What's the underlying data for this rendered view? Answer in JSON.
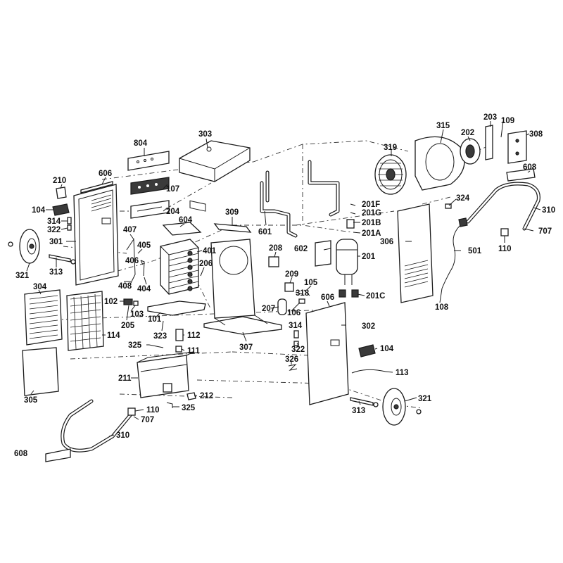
{
  "labels": {
    "l804": "804",
    "l303": "303",
    "l319": "319",
    "l315": "315",
    "l202": "202",
    "l203": "203",
    "l109": "109",
    "l308": "308",
    "l608a": "608",
    "l210": "210",
    "l606a": "606",
    "l107": "107",
    "l104a": "104",
    "l314a": "314",
    "l322a": "322",
    "l204": "204",
    "l309": "309",
    "l201F": "201F",
    "l201G": "201G",
    "l324": "324",
    "l310a": "310",
    "l604": "604",
    "l601": "601",
    "l201B": "201B",
    "l201A": "201A",
    "l306": "306",
    "l707a": "707",
    "l110a": "110",
    "l301": "301",
    "l407": "407",
    "l405": "405",
    "l401": "401",
    "l208": "208",
    "l602": "602",
    "l201": "201",
    "l501": "501",
    "l321a": "321",
    "l313a": "313",
    "l406": "406",
    "l206": "206",
    "l408": "408",
    "l404": "404",
    "l209": "209",
    "l105": "105",
    "l318": "318",
    "l201C": "201C",
    "l108": "108",
    "l304": "304",
    "l102": "102",
    "l103": "103",
    "l205": "205",
    "l207": "207",
    "l106": "106",
    "l606b": "606",
    "l114": "114",
    "l101": "101",
    "l323": "323",
    "l112": "112",
    "l314b": "314",
    "l302": "302",
    "l325a": "325",
    "l111": "111",
    "l307": "307",
    "l322b": "322",
    "l104b": "104",
    "l305": "305",
    "l211": "211",
    "l326": "326",
    "l113": "113",
    "l212": "212",
    "l325b": "325",
    "l321b": "321",
    "l313b": "313",
    "l110b": "110",
    "l707b": "707",
    "l310b": "310",
    "l608b": "608"
  }
}
